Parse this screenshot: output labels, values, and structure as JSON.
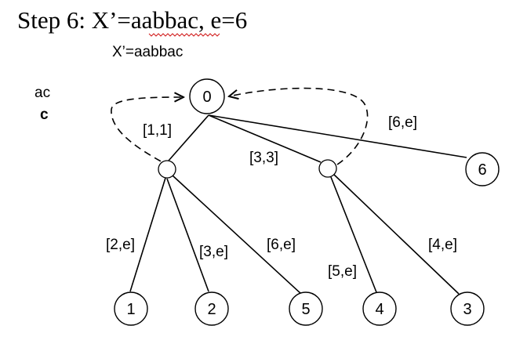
{
  "title": {
    "prefix": "Step 6: X’=",
    "string": "aabbac",
    "suffix": ", e=6"
  },
  "subtitle": "X’=aabbac",
  "side_text": {
    "line1": "ac",
    "line2": "c"
  },
  "tree": {
    "root": "0",
    "leaves": [
      "1",
      "2",
      "5",
      "4",
      "3",
      "6"
    ],
    "edge_labels": [
      "[1,1]",
      "[3,3]",
      "[6,e]",
      "[2,e]",
      "[3,e]",
      "[6,e]",
      "[5,e]",
      "[4,e]"
    ]
  },
  "colors": {
    "spellcheck_underline": "#d21f1f"
  }
}
